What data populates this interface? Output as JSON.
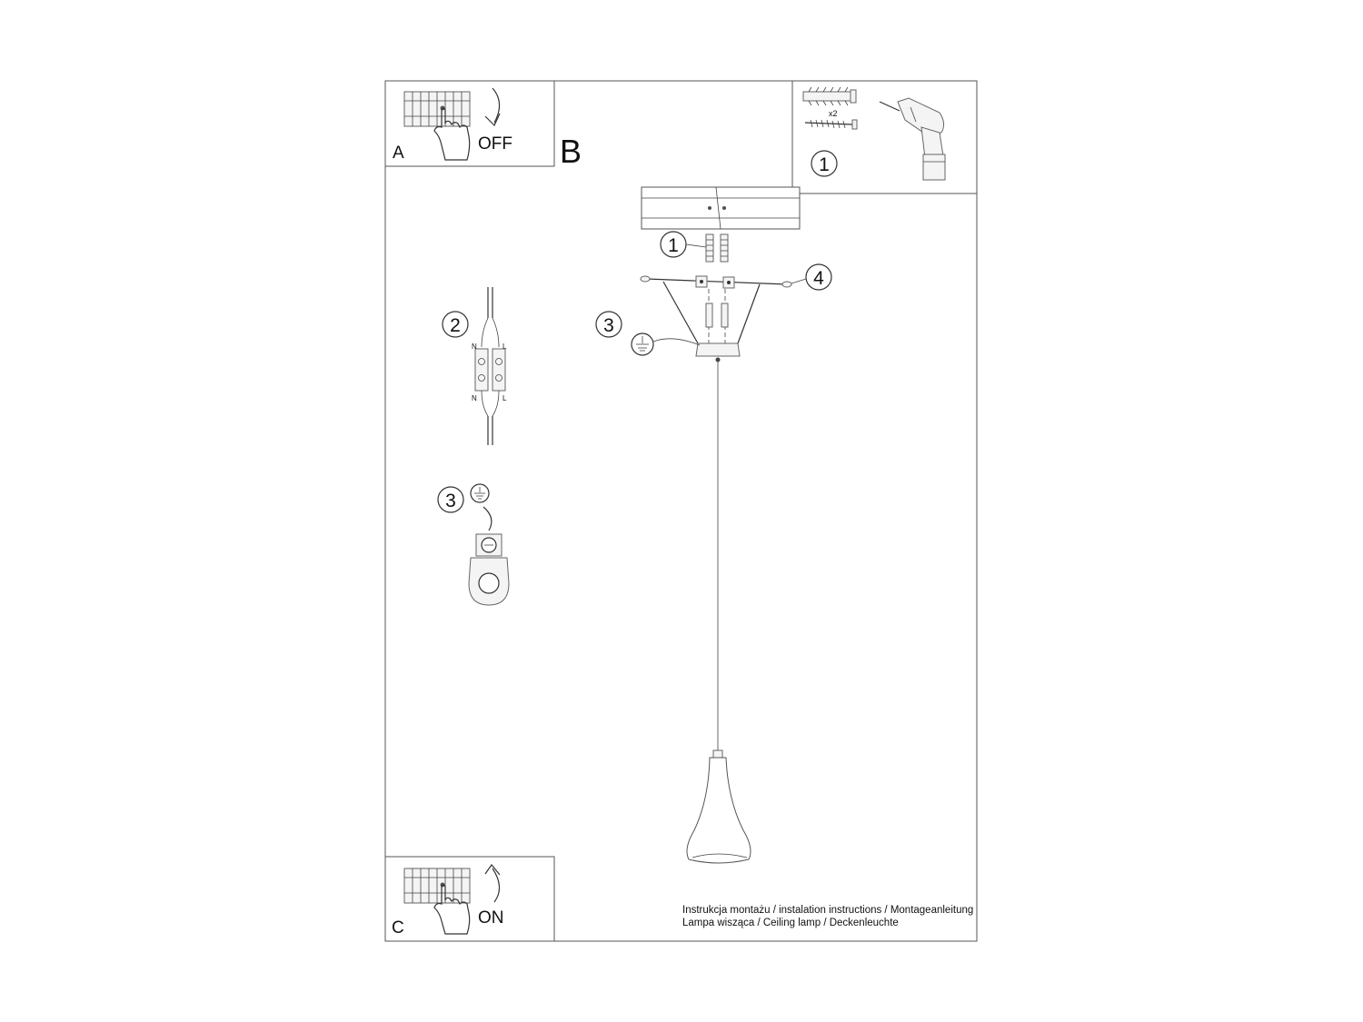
{
  "steps": {
    "a": {
      "letter": "A",
      "label": "OFF"
    },
    "b": {
      "letter": "B"
    },
    "c": {
      "letter": "C",
      "label": "ON"
    }
  },
  "callouts": {
    "tools_step": "1",
    "ceiling_dowels": "1",
    "wiring": "2",
    "ground_main": "3",
    "screws": "4",
    "ground_detail": "3"
  },
  "tools": {
    "dowel_count": "x2"
  },
  "wiring": {
    "neutral": "N",
    "live": "L"
  },
  "footer": {
    "line1": "Instrukcja montażu / instalation instructions / Montageanleitung",
    "line2": "Lampa wisząca / Ceiling lamp / Deckenleuchte"
  },
  "icons": [
    "circuit-breaker-icon",
    "hand-icon",
    "curved-arrow-icon",
    "drill-icon",
    "ground-symbol-icon",
    "wall-plug-icon",
    "screw-icon"
  ],
  "colors": {
    "line": "#333333",
    "frame": "#555555",
    "background": "#ffffff"
  }
}
